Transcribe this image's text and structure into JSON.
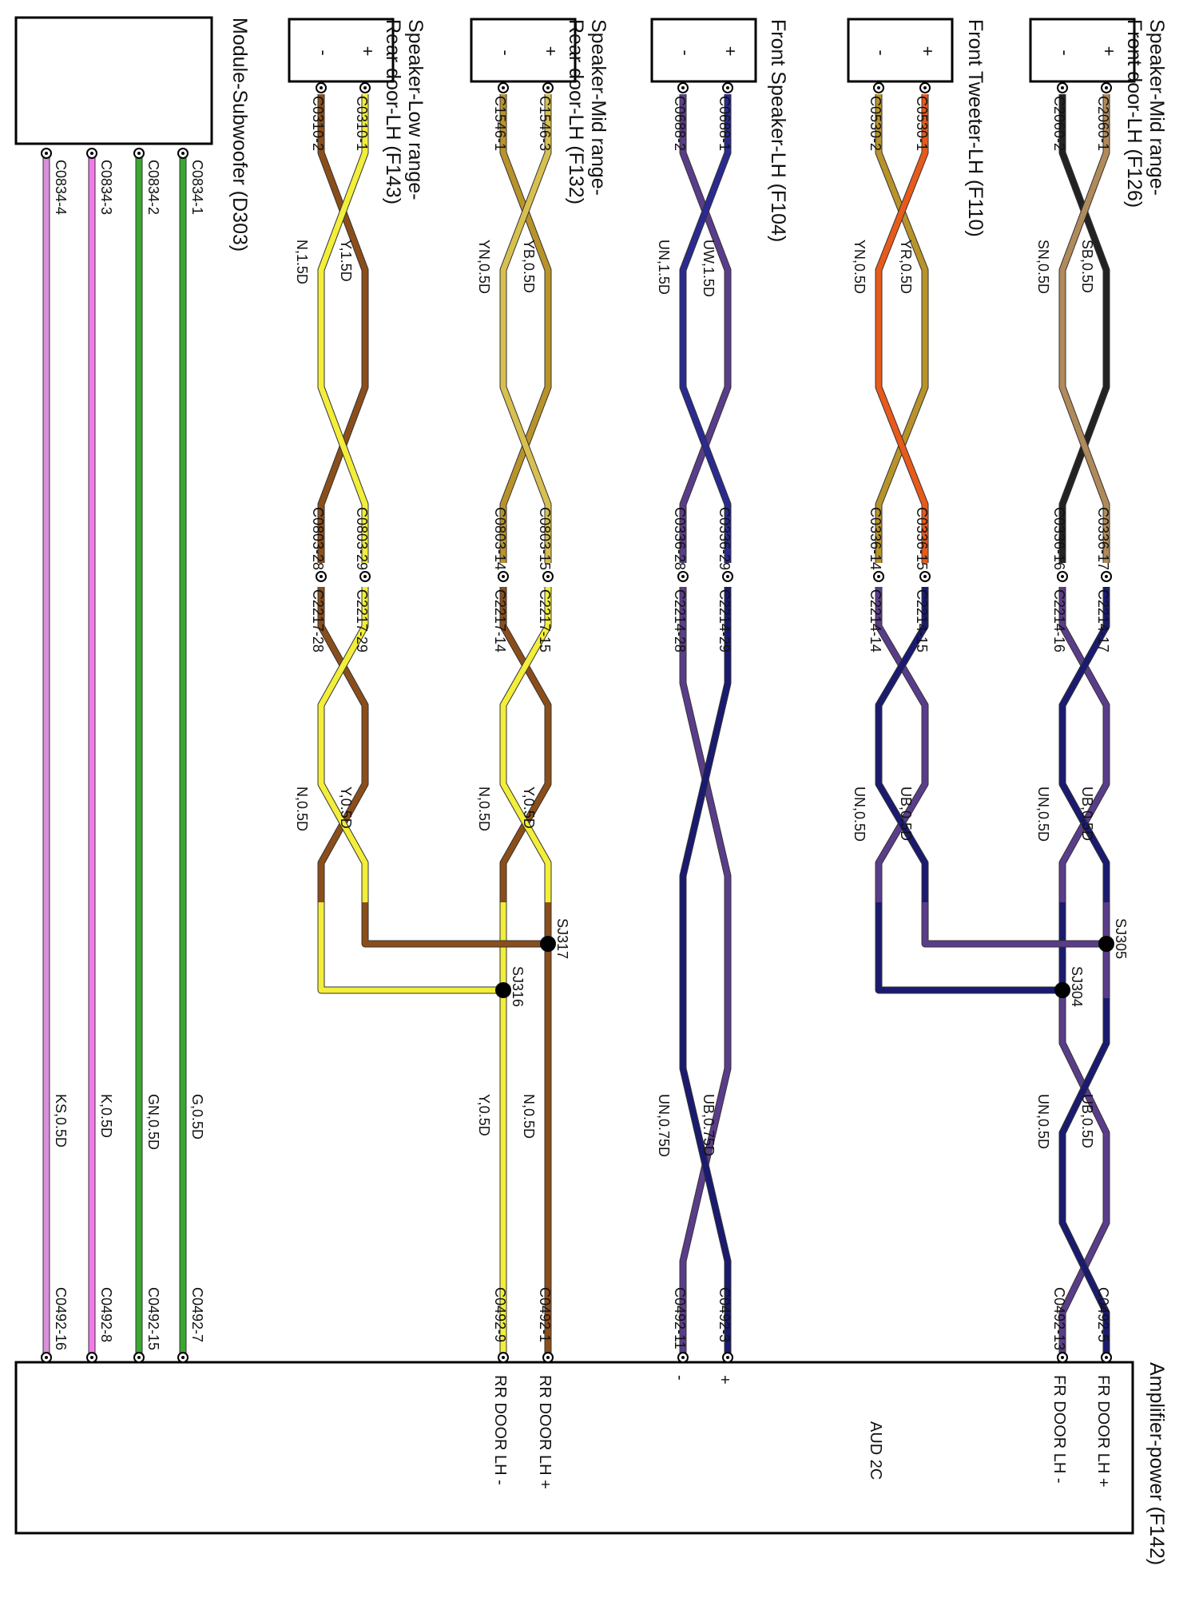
{
  "module_subwoofer": {
    "title": "Module-Subwoofer (D303)",
    "connectors": [
      "C0834-1",
      "C0834-2",
      "C0834-3",
      "C0834-4"
    ]
  },
  "amplifier": {
    "title": "Amplifier-power (F142)",
    "code": "AUD 2C",
    "pin_labels": [
      "FR DOOR LH +",
      "FR DOOR LH -",
      "+",
      "-",
      "RR DOOR LH +",
      "RR DOOR LH -"
    ]
  },
  "speakers": [
    {
      "title_line1": "Speaker-Mid range-",
      "title_line2": "Front door-LH (F126)",
      "plus": "+",
      "minus": "-",
      "conn_plus": "C2060-1",
      "conn_minus": "C2060-2",
      "wire1_plus": "SB,0.5D",
      "wire1_minus": "SN,0.5D",
      "inline_plus": "C0336-17",
      "inline_minus": "C0336-16",
      "inline2_plus": "C2214-17",
      "inline2_minus": "C2214-16",
      "wire2_plus": "UB,0.5D",
      "wire2_minus": "UN,0.5D",
      "splice_a": "SJ305",
      "splice_b": "SJ304",
      "wire3_plus": "UB,0.5D",
      "wire3_minus": "UN,0.5D",
      "amp_plus": "C0492-5",
      "amp_minus": "C0492-13",
      "colors": {
        "w1p": "#b08a5a",
        "w1m": "#222222",
        "w2p": "#1a1a70",
        "w2m": "#5a3d8a",
        "w3p": "#1a1a70",
        "w3m": "#5a3d8a"
      }
    },
    {
      "title_line1": "Front Tweeter-LH (F110)",
      "title_line2": "",
      "plus": "+",
      "minus": "-",
      "conn_plus": "C0530-1",
      "conn_minus": "C0530-2",
      "wire1_plus": "YR,0.5D",
      "wire1_minus": "YN,0.5D",
      "inline_plus": "C0336-15",
      "inline_minus": "C0336-14",
      "inline2_plus": "C2214-15",
      "inline2_minus": "C2214-14",
      "wire2_plus": "UB,0.5D",
      "wire2_minus": "UN,0.5D",
      "colors": {
        "w1p": "#e85a1a",
        "w1m": "#b8932a",
        "w2p": "#1a1a70",
        "w2m": "#5a3d8a"
      }
    },
    {
      "title_line1": "Front Speaker-LH (F104)",
      "title_line2": "",
      "plus": "+",
      "minus": "-",
      "conn_plus": "C0688-1",
      "conn_minus": "C0688-2",
      "wire1_plus": "UW,1.5D",
      "wire1_minus": "UN,1.5D",
      "inline_plus": "C0336-29",
      "inline_minus": "C0336-28",
      "inline2_plus": "C2214-29",
      "inline2_minus": "C2214-28",
      "wire3_plus": "UB,0.75D",
      "wire3_minus": "UN,0.75D",
      "amp_plus": "C0492-3",
      "amp_minus": "C0492-11",
      "colors": {
        "w1p": "#2a2a90",
        "w1m": "#5a3d8a",
        "w3p": "#1a1a70",
        "w3m": "#5a3d8a"
      }
    },
    {
      "title_line1": "Speaker-Mid range-",
      "title_line2": "Rear door-LH (F132)",
      "plus": "+",
      "minus": "-",
      "conn_plus": "C1546-3",
      "conn_minus": "C1546-1",
      "wire1_plus": "YB,0.5D",
      "wire1_minus": "YN,0.5D",
      "inline_plus": "C0803-15",
      "inline_minus": "C0803-14",
      "inline2_plus": "C2217-15",
      "inline2_minus": "C2217-14",
      "wire2_plus": "Y,0.5D",
      "wire2_minus": "N,0.5D",
      "splice_a": "SJ317",
      "splice_b": "SJ316",
      "wire3_plus": "N,0.5D",
      "wire3_minus": "Y,0.5D",
      "amp_plus": "C0492-1",
      "amp_minus": "C0492-9",
      "colors": {
        "w1p": "#d8c050",
        "w1m": "#b8932a",
        "w2p": "#f2ee3a",
        "w2m": "#8b4e1a",
        "w3p": "#8b4e1a",
        "w3m": "#f2ee3a"
      }
    },
    {
      "title_line1": "Speaker-Low range-",
      "title_line2": "Rear door-LH (F143)",
      "plus": "+",
      "minus": "-",
      "conn_plus": "C0310-1",
      "conn_minus": "C0310-2",
      "wire1_plus": "Y,1.5D",
      "wire1_minus": "N,1.5D",
      "inline_plus": "C0803-29",
      "inline_minus": "C0803-28",
      "inline2_plus": "C2217-29",
      "inline2_minus": "C2217-28",
      "wire2_plus": "Y,0.5D",
      "wire2_minus": "N,0.5D",
      "colors": {
        "w1p": "#f2ee3a",
        "w1m": "#8b4e1a",
        "w2p": "#f2ee3a",
        "w2m": "#8b4e1a"
      }
    }
  ],
  "subwoofer_wires": [
    {
      "label": "G,0.5D",
      "amp_conn": "C0492-7",
      "color": "#3aa830"
    },
    {
      "label": "GN,0.5D",
      "amp_conn": "C0492-15",
      "color": "#3aa830"
    },
    {
      "label": "K,0.5D",
      "amp_conn": "C0492-8",
      "color": "#f27ae8"
    },
    {
      "label": "KS,0.5D",
      "amp_conn": "C0492-16",
      "color": "#d890d8"
    }
  ]
}
